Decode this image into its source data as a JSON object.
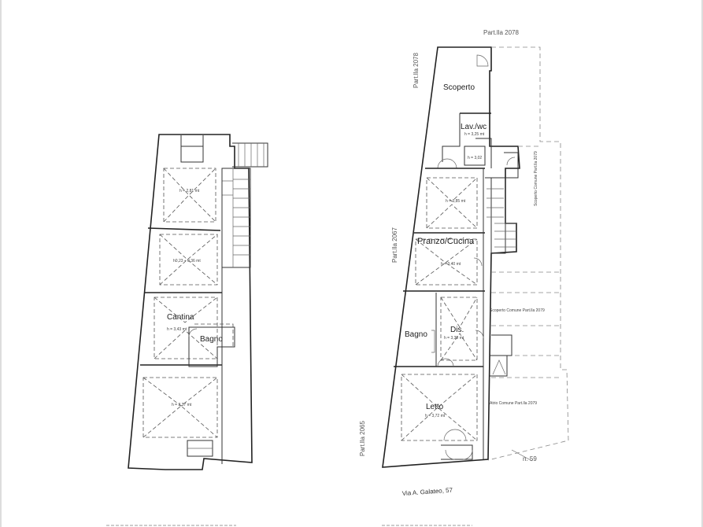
{
  "left_plan": {
    "rooms": [
      {
        "id": "room-1",
        "height": "h = 2,81 mt"
      },
      {
        "id": "room-2",
        "height": "h0,23 ÷ 0,36 mt"
      },
      {
        "id": "cantina",
        "label": "Cantina",
        "height": "h = 3,43 mt"
      },
      {
        "id": "bagno",
        "label": "Bagno"
      },
      {
        "id": "room-4",
        "height": "h = 3,37 mt"
      }
    ]
  },
  "right_plan": {
    "rooms": [
      {
        "id": "scoperto",
        "label": "Scoperto"
      },
      {
        "id": "lav-wc",
        "label": "Lav./wc",
        "height": "h = 3,25 mt"
      },
      {
        "id": "small",
        "height": "h = 3,02"
      },
      {
        "id": "room-top",
        "height": "h = 3,85 mt"
      },
      {
        "id": "pranzo-cucina",
        "label": "Pranzo/Cucina",
        "height": "h = 3,40 mt"
      },
      {
        "id": "bagno",
        "label": "Bagno"
      },
      {
        "id": "dis",
        "label": "Dis.",
        "height": "h = 3,30 mt"
      },
      {
        "id": "letto",
        "label": "Letto",
        "height": "h = 3,72 mt"
      }
    ],
    "neighbours": {
      "top": "Part.lla 2078",
      "left_top": "Part.lla 2078",
      "left_mid": "Part.lla 2067",
      "left_bottom": "Part.lla 2065",
      "right_vertical": "Scoperto Comune Part.lla 2079",
      "right_mid": "Scoperto Comune Part.lla 2079",
      "right_low": "Atrio Comune Part.lla 2079"
    },
    "street": "Via A. Galateo, 57",
    "number": "n. 59"
  }
}
